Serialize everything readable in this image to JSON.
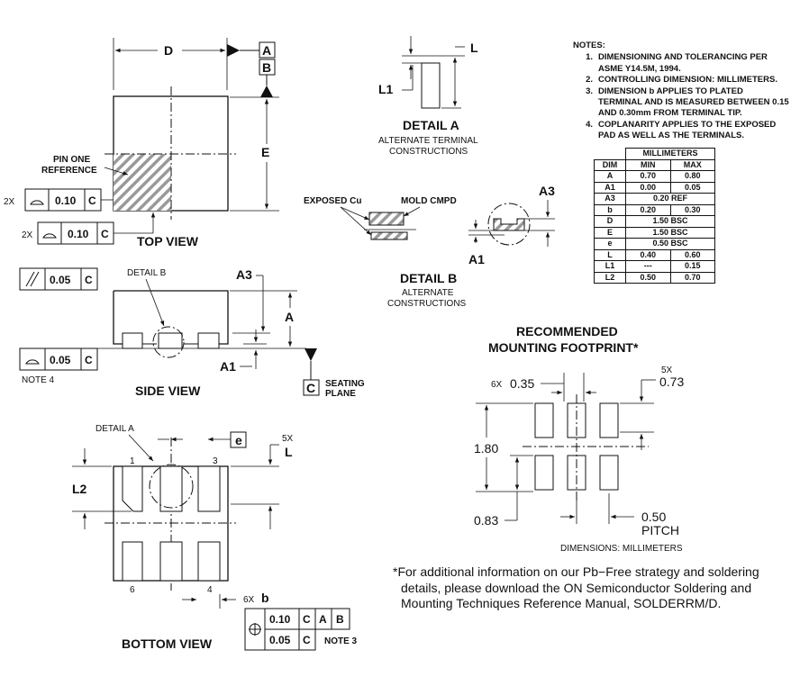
{
  "views": {
    "top": {
      "title": "TOP VIEW",
      "dim_d": "D",
      "dim_e": "E",
      "datum_a": "A",
      "datum_b": "B",
      "pin_one_line1": "PIN ONE",
      "pin_one_line2": "REFERENCE"
    },
    "side": {
      "title": "SIDE VIEW",
      "detail_b": "DETAIL B",
      "dim_a3": "A3",
      "dim_a": "A",
      "dim_a1": "A1",
      "note4": "NOTE 4",
      "seating_line1": "SEATING",
      "seating_line2": "PLANE",
      "datum_c": "C"
    },
    "bottom": {
      "title": "BOTTOM VIEW",
      "detail_a": "DETAIL A",
      "dim_e_lower": "e",
      "count_5x": "5X",
      "dim_l": "L",
      "dim_l2": "L2",
      "pin1": "1",
      "pin3": "3",
      "pin4": "4",
      "pin6": "6",
      "count_6x": "6X",
      "dim_b": "b",
      "note3": "NOTE 3"
    },
    "detail_a": {
      "title": "DETAIL A",
      "sub1": "ALTERNATE TERMINAL",
      "sub2": "CONSTRUCTIONS",
      "dim_l": "L",
      "dim_l1": "L1"
    },
    "detail_b": {
      "title": "DETAIL B",
      "sub1": "ALTERNATE",
      "sub2": "CONSTRUCTIONS",
      "exposed_cu": "EXPOSED Cu",
      "mold_cmpd": "MOLD CMPD",
      "dim_a3": "A3",
      "dim_a1": "A1"
    }
  },
  "tolerances": [
    {
      "prefix": "2X",
      "symbol": "profile-of-surface",
      "value": "0.10",
      "datum": "C"
    },
    {
      "prefix": "2X",
      "symbol": "profile-of-surface",
      "value": "0.10",
      "datum": "C"
    },
    {
      "prefix": "",
      "symbol": "parallelism",
      "value": "0.05",
      "datum": "C"
    },
    {
      "prefix": "",
      "symbol": "profile-of-surface",
      "value": "0.05",
      "datum": "C"
    }
  ],
  "position_tolerance": {
    "row1_value": "0.10",
    "row1_d1": "C",
    "row1_d2": "A",
    "row1_d3": "B",
    "row2_value": "0.05",
    "row2_d1": "C"
  },
  "notes": {
    "heading": "NOTES:",
    "items": [
      {
        "num": "1.",
        "text": "DIMENSIONING AND TOLERANCING PER ASME Y14.5M, 1994."
      },
      {
        "num": "2.",
        "text": "CONTROLLING DIMENSION: MILLIMETERS."
      },
      {
        "num": "3.",
        "text": "DIMENSION b APPLIES TO PLATED TERMINAL AND IS MEASURED BETWEEN 0.15 AND 0.30mm FROM TERMINAL TIP."
      },
      {
        "num": "4.",
        "text": "COPLANARITY APPLIES TO THE EXPOSED PAD AS WELL AS THE TERMINALS."
      }
    ]
  },
  "dim_table": {
    "group_header": "MILLIMETERS",
    "col_dim": "DIM",
    "col_min": "MIN",
    "col_max": "MAX",
    "rows": [
      {
        "dim": "A",
        "min": "0.70",
        "max": "0.80"
      },
      {
        "dim": "A1",
        "min": "0.00",
        "max": "0.05"
      },
      {
        "dim": "A3",
        "span": "0.20 REF"
      },
      {
        "dim": "b",
        "min": "0.20",
        "max": "0.30"
      },
      {
        "dim": "D",
        "span": "1.50 BSC"
      },
      {
        "dim": "E",
        "span": "1.50 BSC"
      },
      {
        "dim": "e",
        "span": "0.50 BSC"
      },
      {
        "dim": "L",
        "min": "0.40",
        "max": "0.60"
      },
      {
        "dim": "L1",
        "min": "---",
        "max": "0.15"
      },
      {
        "dim": "L2",
        "min": "0.50",
        "max": "0.70"
      }
    ]
  },
  "footprint": {
    "title_line1": "RECOMMENDED",
    "title_line2": "MOUNTING FOOTPRINT*",
    "count_6x": "6X",
    "dim_width": "0.35",
    "count_5x": "5X",
    "dim_length": "0.73",
    "dim_height": "1.80",
    "dim_gap": "0.83",
    "dim_pitch": "0.50",
    "pitch_label": "PITCH",
    "units": "DIMENSIONS: MILLIMETERS"
  },
  "footnote": {
    "line1": "*For additional information on our Pb−Free strategy and soldering",
    "line2": "details, please download the ON Semiconductor Soldering and",
    "line3": "Mounting Techniques Reference Manual, SOLDERRM/D."
  }
}
